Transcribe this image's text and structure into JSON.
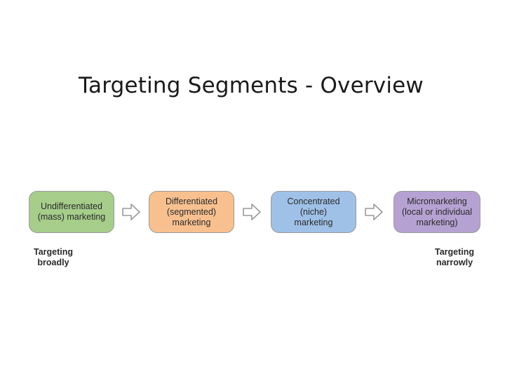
{
  "title": "Targeting Segments - Overview",
  "stages": [
    {
      "label": "Undifferentiated\n(mass) marketing",
      "color": "#a6cd8a"
    },
    {
      "label": "Differentiated\n(segmented)\nmarketing",
      "color": "#f8c08f"
    },
    {
      "label": "Concentrated\n(niche)\nmarketing",
      "color": "#9fc1e7"
    },
    {
      "label": "Micromarketing\n(local or individual\nmarketing)",
      "color": "#b6a2d2"
    }
  ],
  "arrow_icon": "hollow-right-arrow-icon",
  "endpoints": {
    "left": "Targeting\nbroadly",
    "right": "Targeting\nnarrowly"
  }
}
